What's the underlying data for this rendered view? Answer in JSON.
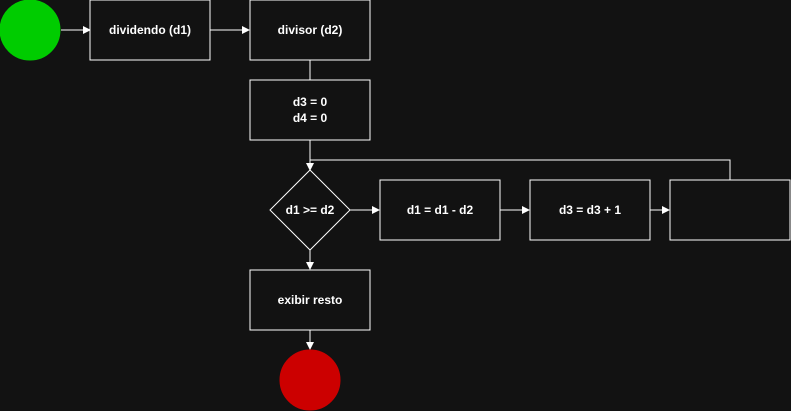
{
  "diagram": {
    "background": "#121212",
    "start_color": "#00cc00",
    "end_color": "#cc0000",
    "stroke_color": "#ffffff",
    "nodes": {
      "dividend": "dividendo (d1)",
      "divisor": "divisor (d2)",
      "init_d3": "d3 = 0",
      "init_d4": "d4 = 0",
      "condition": "d1 >= d2",
      "subtract": "d1 = d1 - d2",
      "increment": "d3 = d3 + 1",
      "empty_step": "",
      "output": "exibir resto"
    }
  }
}
